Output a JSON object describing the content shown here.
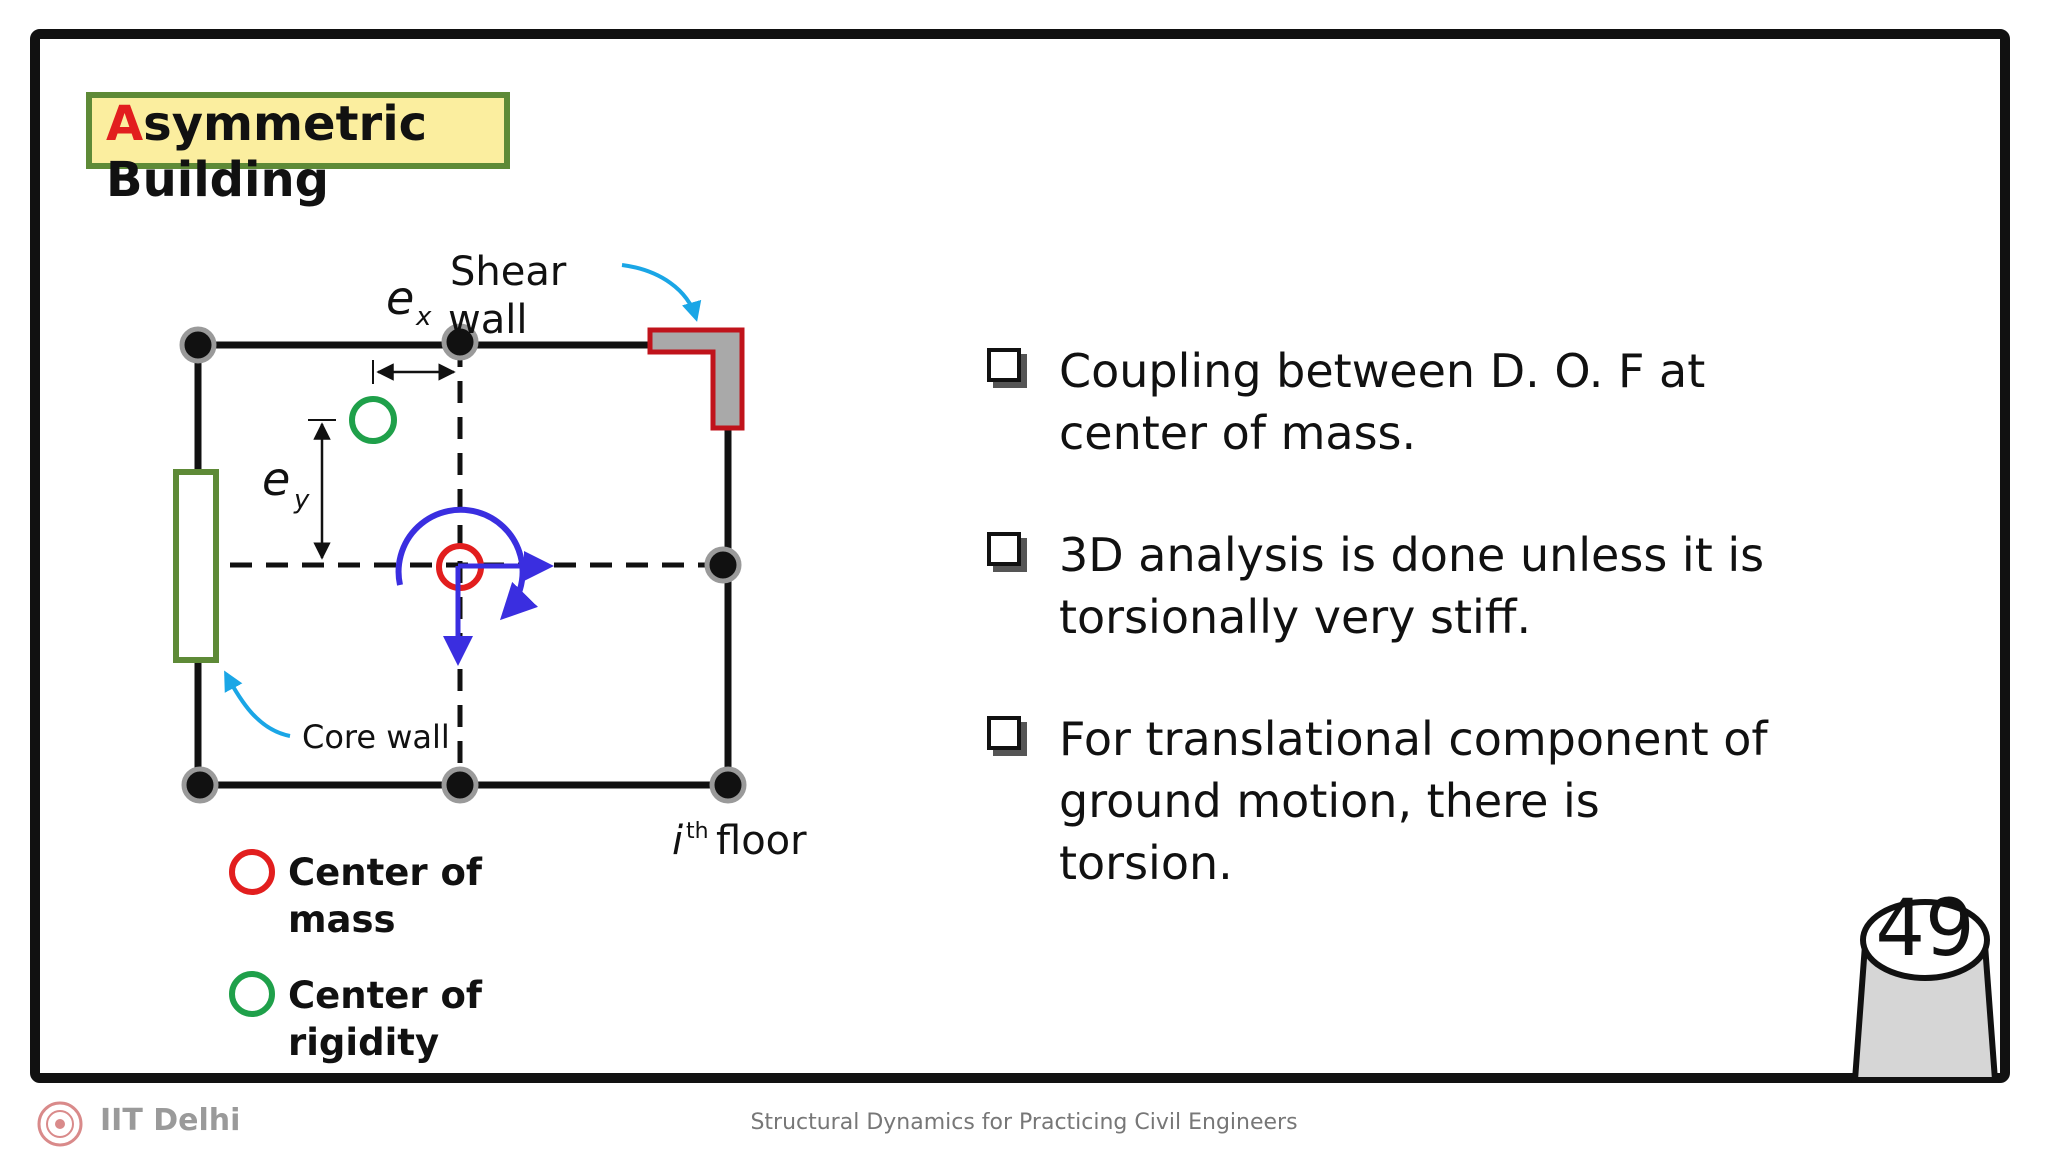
{
  "title": {
    "first": "A",
    "rest": "symmetric",
    "line2": "Building"
  },
  "diagram": {
    "shear_wall_label_line1": "Shear",
    "shear_wall_label_line2": "wall",
    "core_wall_label": "Core wall",
    "ex_label": "e",
    "ex_sub": "x",
    "ey_label": "e",
    "ey_sub": "y",
    "floor_i": "i",
    "floor_sup": "th",
    "floor_word": "floor"
  },
  "legend": [
    {
      "line1": "Center of",
      "line2": "mass",
      "color": "#e21e1e"
    },
    {
      "line1": "Center of",
      "line2": "rigidity",
      "color": "#1fa04a"
    }
  ],
  "bullets": [
    {
      "line1": "Coupling between D. O. F at",
      "line2": "center of mass."
    },
    {
      "line1": "3D analysis is done unless it is",
      "line2": "torsionally very stiff."
    },
    {
      "line1": "For translational component of",
      "line2": "ground motion, there is",
      "line3": "torsion."
    }
  ],
  "footer": {
    "org": "IIT Delhi",
    "course": "Structural Dynamics for Practicing Civil Engineers"
  },
  "page_number": "49",
  "colors": {
    "title_bg": "#fbee9f",
    "title_border": "#5e8a37",
    "accent_red": "#e21e1e",
    "rigidity_green": "#1fa04a",
    "rotation_arrow": "#3a2ee0",
    "callout_arrow": "#1aa6e6",
    "shear_wall_fill": "#a9a9a9",
    "shear_wall_border": "#c0131b",
    "core_wall_border": "#5e8a37"
  }
}
